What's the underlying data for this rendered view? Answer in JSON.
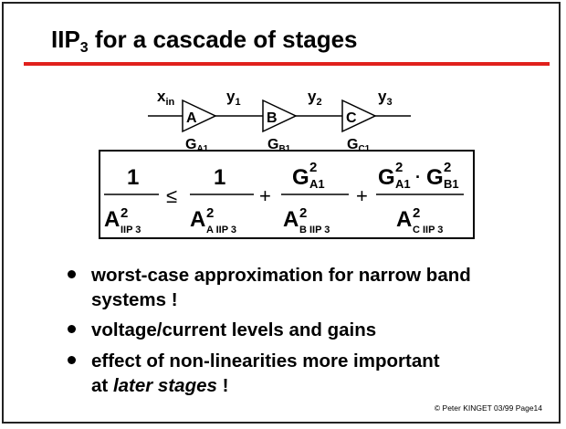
{
  "title": {
    "text": "IIP",
    "subscript": "3",
    "rest": " for a cascade of stages"
  },
  "colors": {
    "accent": "#e0201c",
    "text": "#000000"
  },
  "diagram": {
    "input_label": "x",
    "input_sub": "in",
    "stages": [
      {
        "block": "A",
        "gain": "G",
        "gain_sub": "A1",
        "output": "y",
        "output_sub": "1"
      },
      {
        "block": "B",
        "gain": "G",
        "gain_sub": "B1",
        "output": "y",
        "output_sub": "2"
      },
      {
        "block": "C",
        "gain": "G",
        "gain_sub": "C1",
        "output": "y",
        "output_sub": "3"
      }
    ]
  },
  "formula": {
    "lhs": {
      "numerator": "1",
      "den_base": "A",
      "den_sup": "2",
      "den_sub": "IIP 3"
    },
    "relation": "≤",
    "term1": {
      "numerator": "1",
      "den_base": "A",
      "den_sup": "2",
      "den_sub": "A IIP 3"
    },
    "plus": "+",
    "term2": {
      "num_base": "G",
      "num_sup": "2",
      "num_sub": "A1",
      "den_base": "A",
      "den_sup": "2",
      "den_sub": "B IIP 3"
    },
    "term3": {
      "num1_base": "G",
      "num1_sup": "2",
      "num1_sub": "A1",
      "dot": "·",
      "num2_base": "G",
      "num2_sup": "2",
      "num2_sub": "B1",
      "den_base": "A",
      "den_sup": "2",
      "den_sub": "C IIP 3"
    }
  },
  "bullets": [
    {
      "line1": "worst-case approximation for narrow band",
      "line2": "systems !"
    },
    {
      "line1": "voltage/current levels and gains"
    },
    {
      "line1": "effect of non-linearities more important",
      "line2_prefix": "at ",
      "line2_italic": "later stages",
      "line2_suffix": " !"
    }
  ],
  "footer": {
    "symbol": "©",
    "text": " Peter KINGET  03/99 Page14"
  }
}
